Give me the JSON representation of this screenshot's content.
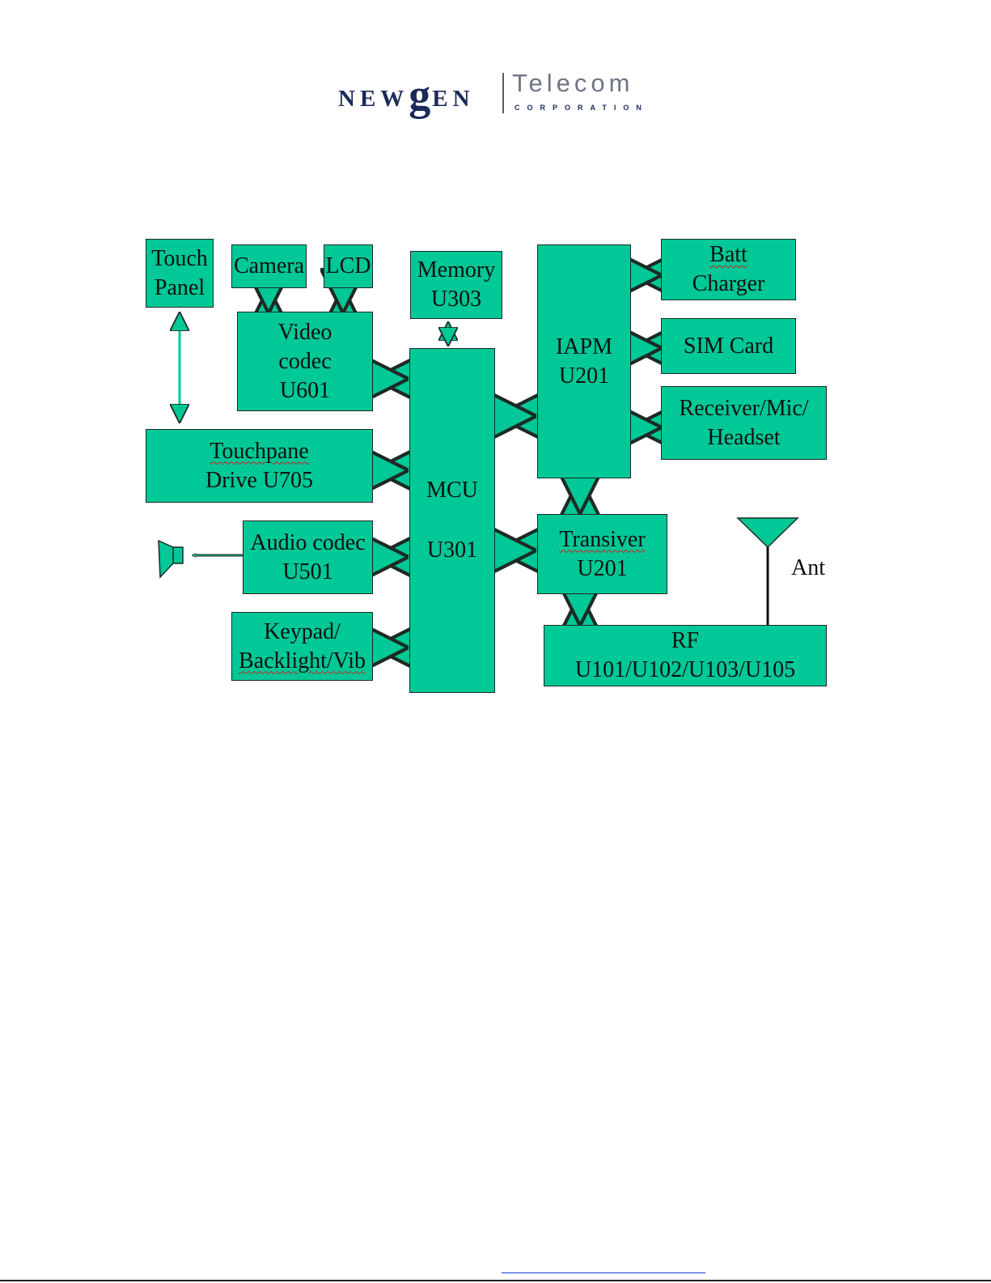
{
  "logo": {
    "brand_part1": "NEW",
    "brand_g": "g",
    "brand_part2": "EN",
    "brand_telecom": "Telecom",
    "brand_corp": "CORPORATION"
  },
  "diagram": {
    "touch_panel": {
      "line1": "Touch",
      "line2": "Panel"
    },
    "camera": {
      "label": "Camera"
    },
    "lcd": {
      "label": "LCD"
    },
    "memory": {
      "line1": "Memory",
      "line2": "U303"
    },
    "video_codec": {
      "line1": "Video",
      "line2": "codec",
      "line3": "U601"
    },
    "touchpane_drive": {
      "line1": "Touchpane",
      "line2": "Drive U705"
    },
    "audio_codec": {
      "line1": "Audio codec",
      "line2": "U501"
    },
    "keypad": {
      "line1": "Keypad/",
      "line2": "Backlight/Vib"
    },
    "mcu": {
      "line1": "MCU",
      "line2": "U301"
    },
    "iapm": {
      "line1": "IAPM",
      "line2": "U201"
    },
    "batt_charger": {
      "line1": "Batt",
      "line2": "Charger"
    },
    "sim_card": {
      "label": "SIM Card"
    },
    "receiver": {
      "line1": "Receiver/Mic/",
      "line2": "Headset"
    },
    "transiver": {
      "line1": "Transiver",
      "line2": "U201"
    },
    "rf": {
      "line1": "RF",
      "line2": "U101/U102/U103/U105"
    },
    "antenna": {
      "label": "Ant"
    }
  },
  "colors": {
    "block_fill": "#00c896",
    "outline": "#1e2a24",
    "link": "#1a3ad6"
  }
}
